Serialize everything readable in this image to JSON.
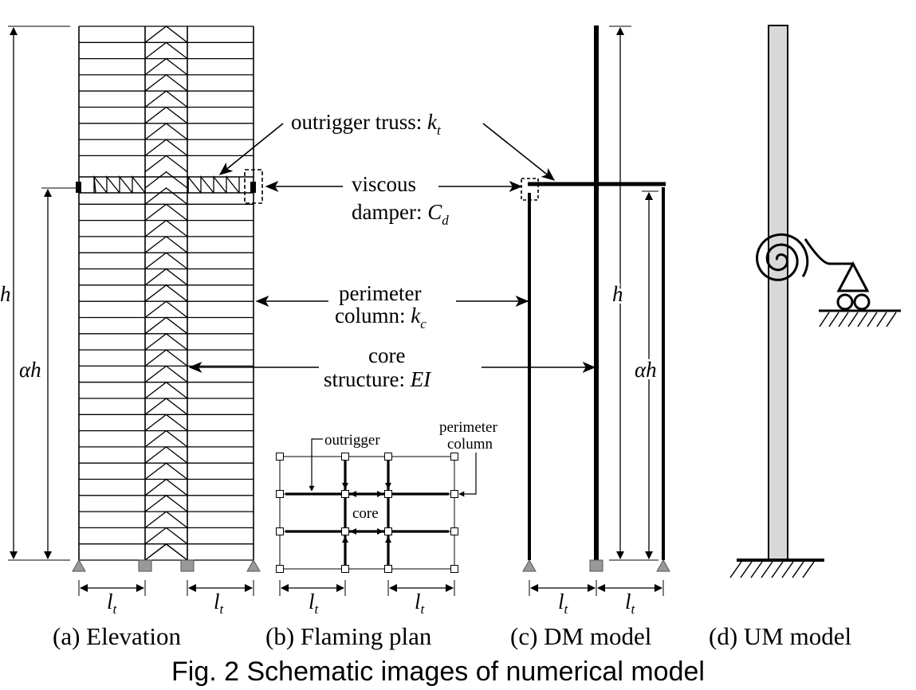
{
  "labels": {
    "outrigger_truss": "outrigger truss: ",
    "outrigger_truss_var": "k",
    "outrigger_truss_sub": "t",
    "viscous": "viscous",
    "damper": "damper: ",
    "damper_var": "C",
    "damper_sub": "d",
    "perimeter": "perimeter",
    "column": "column: ",
    "column_var": "k",
    "column_sub": "c",
    "core": "core",
    "structure": "structure: ",
    "structure_var": "EI",
    "plan_outrigger": "outrigger",
    "plan_perimeter": "perimeter",
    "plan_column": "column",
    "plan_core": "core",
    "h": "h",
    "alpha_h": "αh",
    "lt_var": "l",
    "lt_sub": "t"
  },
  "captions": {
    "a": "(a) Elevation",
    "b": "(b) Flaming plan",
    "c": "(c) DM model",
    "d": "(d) UM model"
  },
  "figure_title": "Fig. 2 Schematic images of numerical model"
}
